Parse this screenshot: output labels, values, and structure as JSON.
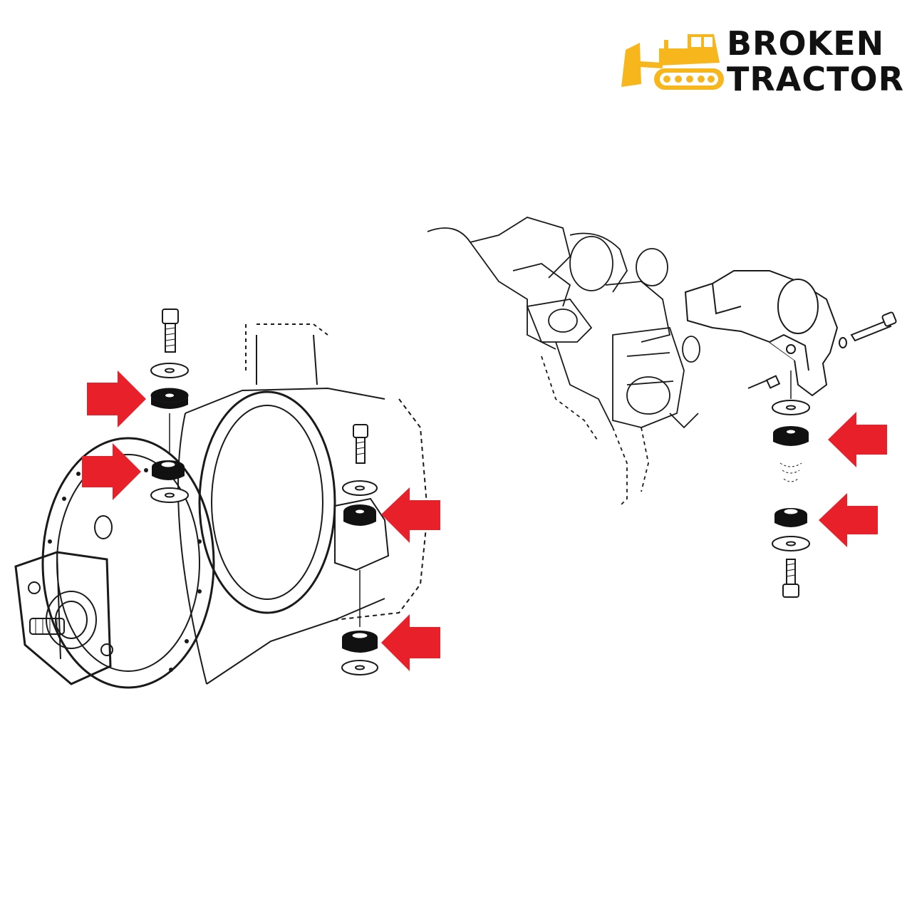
{
  "logo": {
    "line1": "BROKEN",
    "line2": "TRACTOR",
    "accent_color": "#f7b61c",
    "icon": "bulldozer-icon"
  },
  "diagram": {
    "arrow_color": "#e8202a",
    "line_color": "#1a1a1a",
    "mount_fill": "#111111",
    "callout_count": 6
  }
}
